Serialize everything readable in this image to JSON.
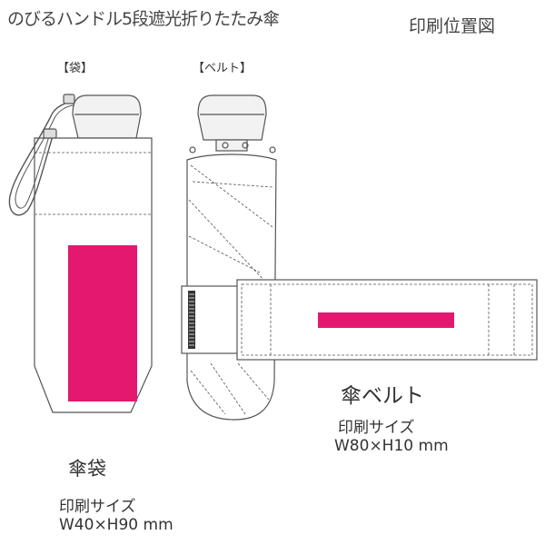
{
  "header": {
    "title": "のびるハンドル5段遮光折りたたみ傘",
    "print_position": "印刷位置図"
  },
  "bag": {
    "heading": "【袋】",
    "name": "傘袋",
    "print_label": "印刷サイズ",
    "print_size": "W40×H90 mm"
  },
  "belt": {
    "heading": "【ベルト】",
    "name": "傘ベルト",
    "print_label": "印刷サイズ",
    "print_size": "W80×H10 mm"
  },
  "colors": {
    "print_area": "#e5186f",
    "outline": "#555555",
    "cap": "#f2f2f2"
  }
}
